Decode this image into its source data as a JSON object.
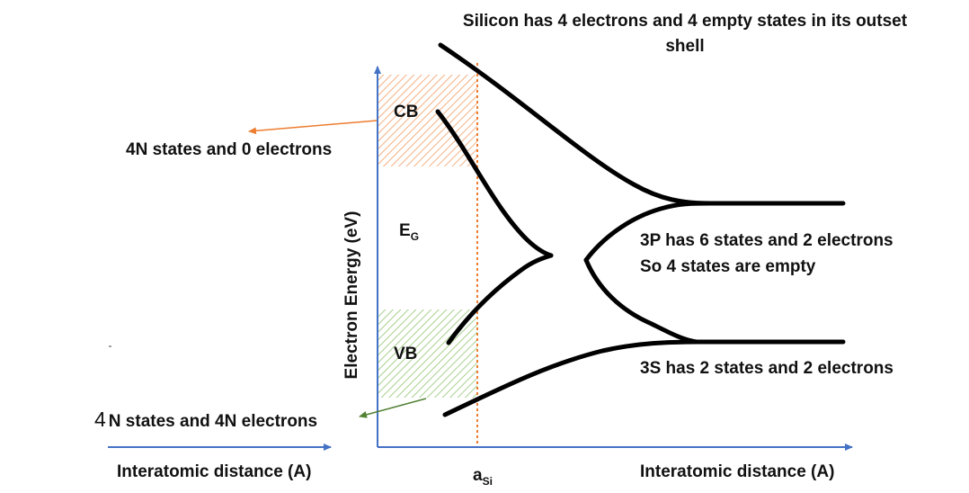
{
  "title_line1": "Silicon has 4 electrons and 4 empty states in its outset",
  "title_line2": "shell",
  "y_axis_label": "Electron Energy (eV)",
  "x_axis_label_left": "Interatomic distance (A)",
  "x_axis_label_right": "Interatomic distance (A)",
  "lattice_constant": {
    "main": "a",
    "sub": "Si"
  },
  "bands": {
    "cb_label": "CB",
    "vb_label": "VB",
    "gap_label": {
      "main": "E",
      "sub": "G"
    }
  },
  "annotations": {
    "cb_states": "4N states and 0 electrons",
    "vb_states_num": "4",
    "vb_states_rest": "N states and 4N electrons",
    "p3_line1": "3P has 6 states and 2 electrons",
    "p3_line2": "So 4 states are empty",
    "s3": "3S has 2 states and 2 electrons"
  },
  "colors": {
    "axis": "#4472c4",
    "cb_hatch": "#f4b183",
    "vb_hatch": "#a9d18e",
    "lattice_line": "#ed7d31",
    "cb_arrow": "#ed7d31",
    "vb_arrow": "#548235",
    "curves": "#000000"
  }
}
